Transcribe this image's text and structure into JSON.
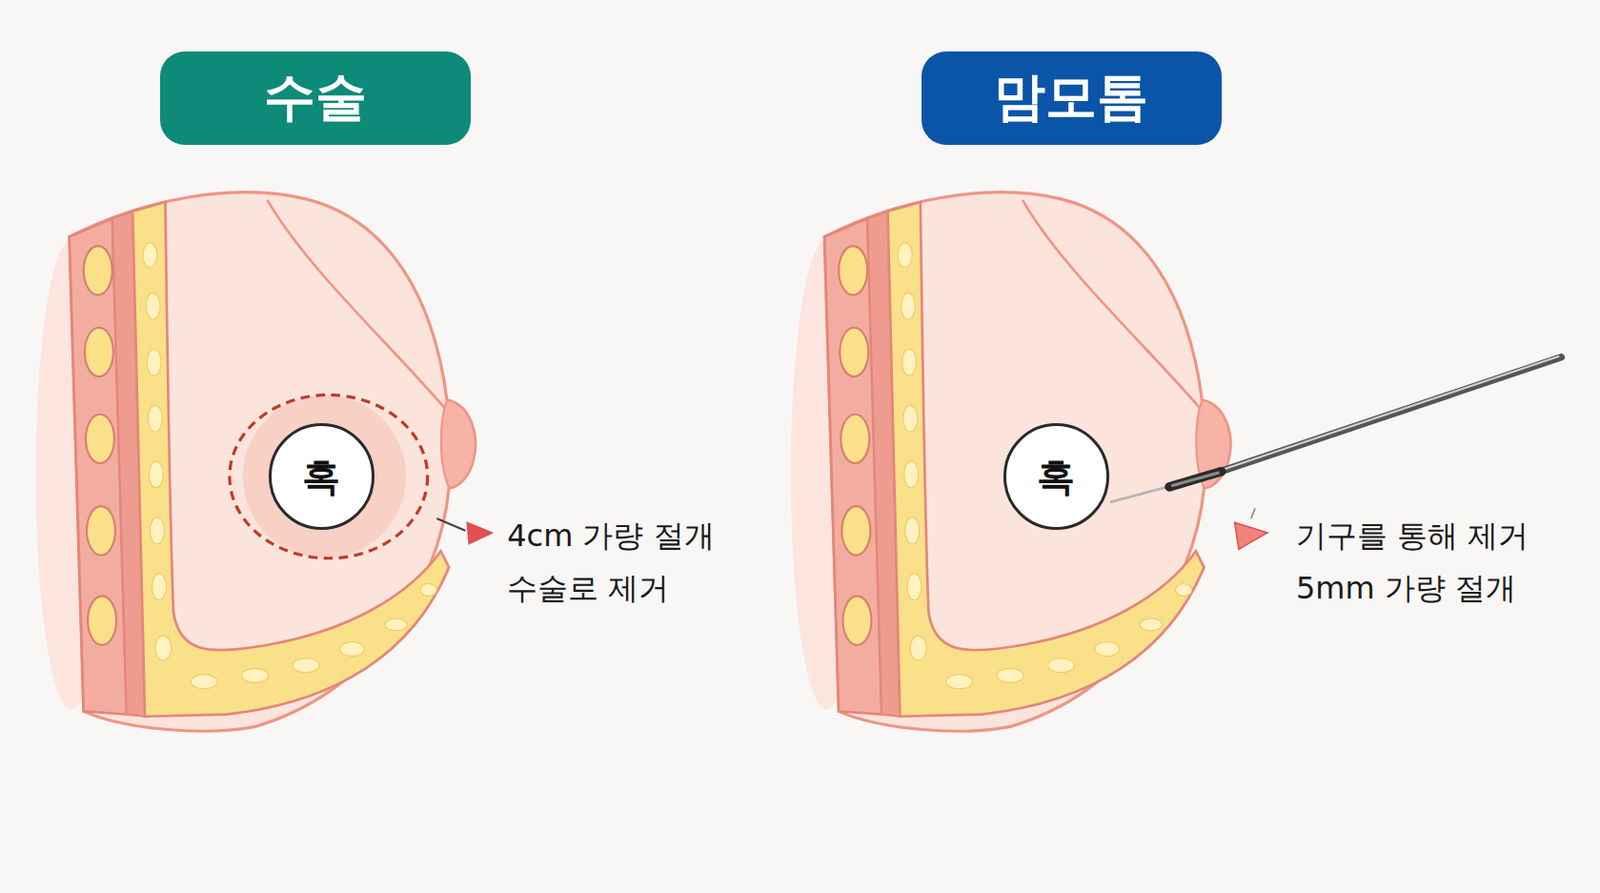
{
  "diagram": {
    "nodes": [
      {
        "text": [
          "수술"
        ]
      },
      {
        "text": [
          "맘모톰"
        ]
      },
      {
        "text": [
          "혹"
        ]
      },
      {
        "text": [
          "혹"
        ]
      }
    ],
    "labels": [
      "4cm 가량 절개 수술로 제거",
      "기구를 통해 제거 5mm 가량 절개"
    ]
  }
}
